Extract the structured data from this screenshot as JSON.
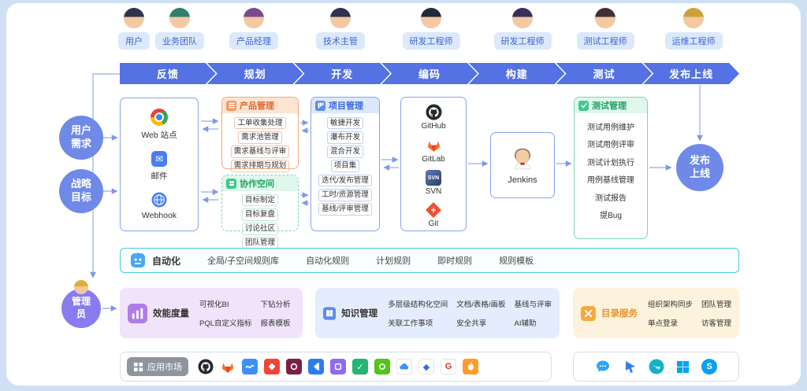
{
  "colors": {
    "page_bg": "#cfe0f4",
    "panel_bg": "#ffffff",
    "stage_blue": "#5472e4",
    "node_blue": "#6e89e8",
    "admin_purple": "#8a7cf0",
    "box_border": "#8aa4ee",
    "role_pill_bg": "#dce8fb",
    "role_pill_text": "#3b66d6",
    "green_icon": "#3ec98e",
    "green_light": "#dff7ec",
    "green_border": "#7fd6b2",
    "green_title": "#21a368",
    "orange_icon": "#f8965a",
    "orange_light": "#fde3d2",
    "orange_border": "#f4a87c",
    "orange_title": "#e2672f",
    "blue_icon": "#5b8def",
    "blue_light": "#dce7fc",
    "blue_title": "#3a6ae0",
    "cyan_border": "#45cadd",
    "metrics_bg": "#f0e3fa",
    "knowledge_bg": "#e4edfd",
    "directory_bg": "#fdf3dc",
    "directory_title": "#e8922c",
    "wire": "#a5b8ef"
  },
  "roles": [
    "用户",
    "业务团队",
    "产品经理",
    "技术主管",
    "研发工程师",
    "研发工程师",
    "测试工程师",
    "运维工程师"
  ],
  "stages": [
    "反馈",
    "规划",
    "开发",
    "编码",
    "构建",
    "测试",
    "发布上线"
  ],
  "nodes": {
    "user_needs": "用户需求",
    "strategy": "战略目标",
    "admin": "管理员",
    "release": "发布上线"
  },
  "channels": [
    "Web 站点",
    "邮件",
    "Webhook"
  ],
  "product": {
    "title": "产品管理",
    "items": [
      "工单收集处理",
      "需求池管理",
      "需求基线与评审",
      "需求排期与规划"
    ]
  },
  "collab": {
    "title": "协作空间",
    "items": [
      "目标制定",
      "目标复盘",
      "讨论社区",
      "团队管理"
    ]
  },
  "project": {
    "title": "项目管理",
    "items": [
      "敏捷开发",
      "瀑布开发",
      "混合开发",
      "项目集",
      "迭代/发布管理",
      "工时/资源管理",
      "基线/评审管理"
    ]
  },
  "scm": [
    "GitHub",
    "GitLab",
    "SVN",
    "Git"
  ],
  "ci": "Jenkins",
  "testing": {
    "title": "测试管理",
    "items": [
      "测试用例维护",
      "测试用例评审",
      "测试计划执行",
      "用例基线管理",
      "测试报告",
      "提Bug"
    ]
  },
  "automation": {
    "title": "自动化",
    "items": [
      "全局/子空间规则库",
      "自动化规则",
      "计划规则",
      "即时规则",
      "规则模板"
    ]
  },
  "metrics": {
    "title": "效能度量",
    "items": [
      "可视化BI",
      "下钻分析",
      "PQL自定义指标",
      "报表模板"
    ]
  },
  "knowledge": {
    "title": "知识管理",
    "items": [
      "多层级结构化空间",
      "文档/表格/画板",
      "基线与评审",
      "关联工作事项",
      "安全共享",
      "AI辅助"
    ]
  },
  "directory": {
    "title": "目录服务",
    "items": [
      "组织架构同步",
      "团队管理",
      "单点登录",
      "访客管理"
    ]
  },
  "app_market": {
    "title": "应用市场"
  }
}
